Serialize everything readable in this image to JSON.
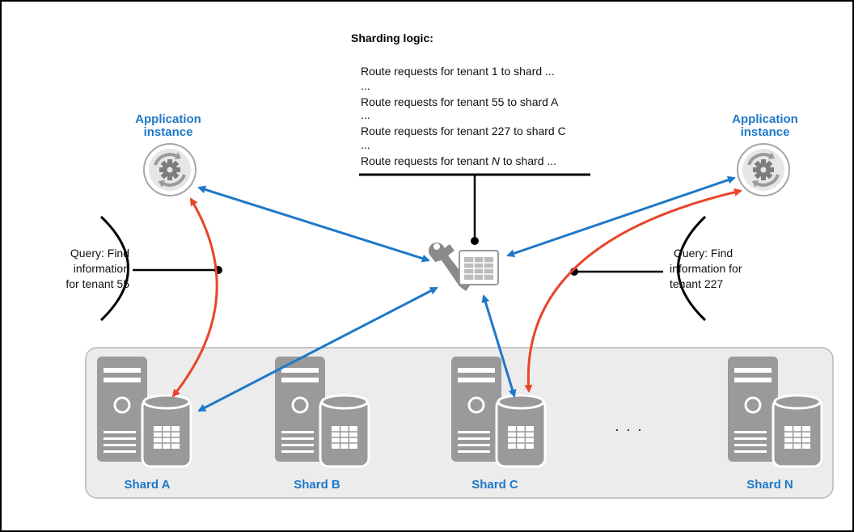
{
  "sharding_logic": {
    "title": "Sharding logic:",
    "lines": [
      {
        "text": "Route requests for tenant 1 to shard ..."
      },
      {
        "text": "..."
      },
      {
        "text": "Route requests for tenant 55 to shard A"
      },
      {
        "text": "..."
      },
      {
        "text": "Route requests for tenant 227 to shard C"
      },
      {
        "text": "..."
      },
      {
        "pre": "Route requests for tenant ",
        "em": "N",
        "post": " to shard ..."
      }
    ]
  },
  "app_left": {
    "line1": "Application",
    "line2": "instance"
  },
  "app_right": {
    "line1": "Application",
    "line2": "instance"
  },
  "query_left": {
    "lines": [
      "Query: Find",
      "information",
      "for tenant 55"
    ]
  },
  "query_right": {
    "lines": [
      "Query: Find",
      "information for",
      "tenant 227"
    ]
  },
  "shards": [
    {
      "label": "Shard A"
    },
    {
      "label": "Shard B"
    },
    {
      "label": "Shard C"
    },
    {
      "label": "Shard N"
    }
  ],
  "ellipsis": ". . .",
  "icons": {
    "app": "gear-cycle-icon",
    "router": "wrench-table-icon",
    "server": "server-database-icon"
  },
  "colors": {
    "accent_blue": "#1f78c8",
    "arrow_red": "#e8462b",
    "icon_gray": "#9a9a9a",
    "panel_fill": "#ececec"
  }
}
